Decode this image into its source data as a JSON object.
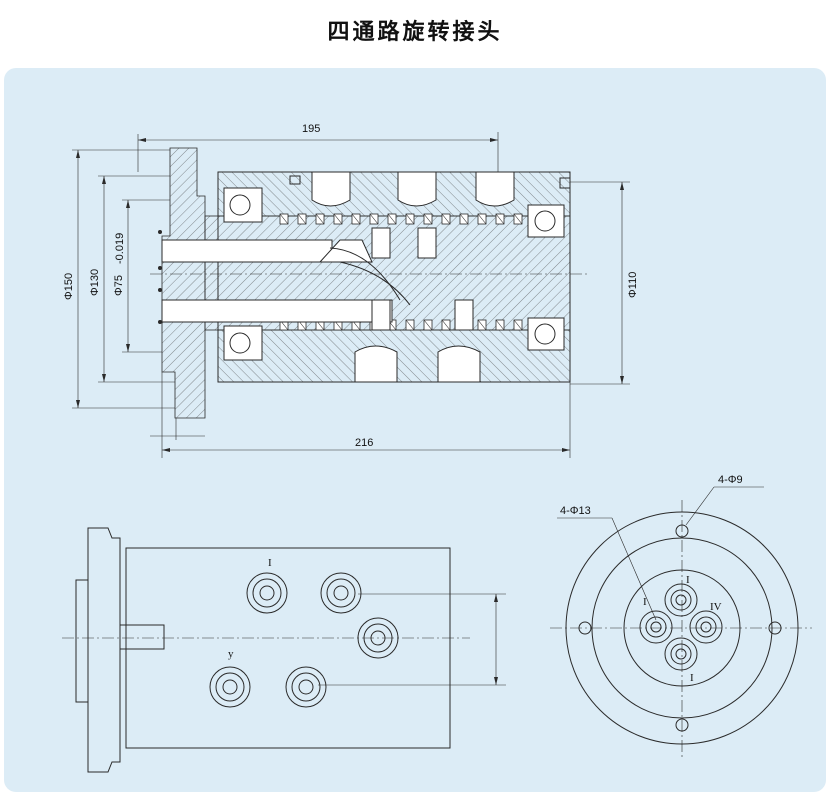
{
  "title": "四通路旋转接头",
  "colors": {
    "panel": "#dcecf6",
    "line": "#2a2a2a",
    "title": "#111111"
  },
  "dimensions": {
    "length_195": "195",
    "length_216": "216",
    "dia_150": "Φ150",
    "dia_130": "Φ130",
    "dia_75": "Φ75",
    "tol_75": "-0.019",
    "dia_110": "Φ110",
    "hole_small": "4-Φ9",
    "hole_large": "4-Φ13"
  },
  "port_marks": {
    "side_top": "I",
    "side_bottom": "y",
    "end_top": "I",
    "end_left": "I",
    "end_right": "IV",
    "end_bottom": "I"
  }
}
